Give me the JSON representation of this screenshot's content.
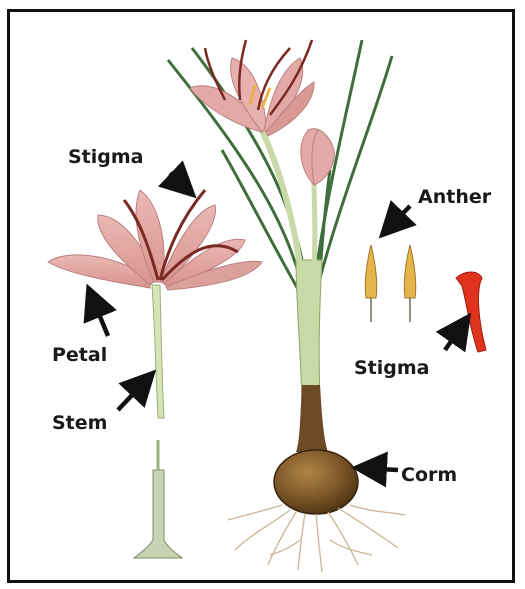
{
  "labels": {
    "stigma_flower": "Stigma",
    "petal": "Petal",
    "stem": "Stem",
    "anther": "Anther",
    "stigma_detail": "Stigma",
    "corm": "Corm"
  },
  "colors": {
    "petal": "#e3a9a6",
    "petal_dark": "#b76e6e",
    "stigma": "#e0331d",
    "anther": "#e3b54a",
    "leaf": "#3f6e3c",
    "stem": "#c9d9a8",
    "corm": "#7a5526",
    "roots": "#c9b596",
    "text": "#1a1a1a"
  }
}
